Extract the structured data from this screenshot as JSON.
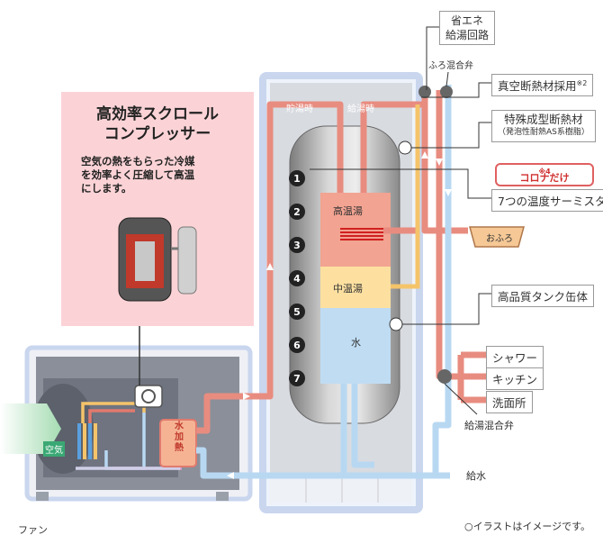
{
  "promo": {
    "title_line1": "高効率スクロール",
    "title_line2": "コンプレッサー",
    "desc_line1": "空気の熱をもらった冷媒",
    "desc_line2": "を効率よく圧縮して高温",
    "desc_line3": "にします。"
  },
  "labels": {
    "eco_line1": "省エネ",
    "eco_line2": "給湯回路",
    "bath_mix_valve": "ふろ混合弁",
    "vacuum_insulation": "真空断熱材採用",
    "vacuum_note": "※2",
    "special_insulation": "特殊成型断熱材",
    "special_insulation_sub": "（発泡性耐熱AS系樹脂）",
    "corona_only": "コロナだけ",
    "corona_note": "※4",
    "thermistor": "7つの温度サーミスタ",
    "tank_body": "高品質タンク缶体",
    "storage_time": "貯湯時",
    "supply_time": "給湯時",
    "bath": "おふろ",
    "high_temp": "高温湯",
    "mid_temp": "中温湯",
    "water": "水",
    "shower": "シャワー",
    "kitchen": "キッチン",
    "washroom": "洗面所",
    "supply_mix_valve": "給湯混合弁",
    "water_supply": "給水",
    "air": "空気",
    "fan": "ファン",
    "heat_exchanger_line1": "水",
    "heat_exchanger_line2": "加",
    "heat_exchanger_line3": "熱",
    "disclaimer": "○イラストはイメージです。"
  },
  "sensors": [
    "1",
    "2",
    "3",
    "4",
    "5",
    "6",
    "7"
  ],
  "colors": {
    "hot_pipe": "#e88c80",
    "mid_pipe": "#f5c46a",
    "cold_pipe": "#b8d8f2",
    "hot_zone": "#f2a391",
    "mid_zone": "#fde0a0",
    "cold_zone": "#bfdcf3",
    "promo_bg": "#fbd3d6",
    "frame": "#c9d6ee"
  }
}
